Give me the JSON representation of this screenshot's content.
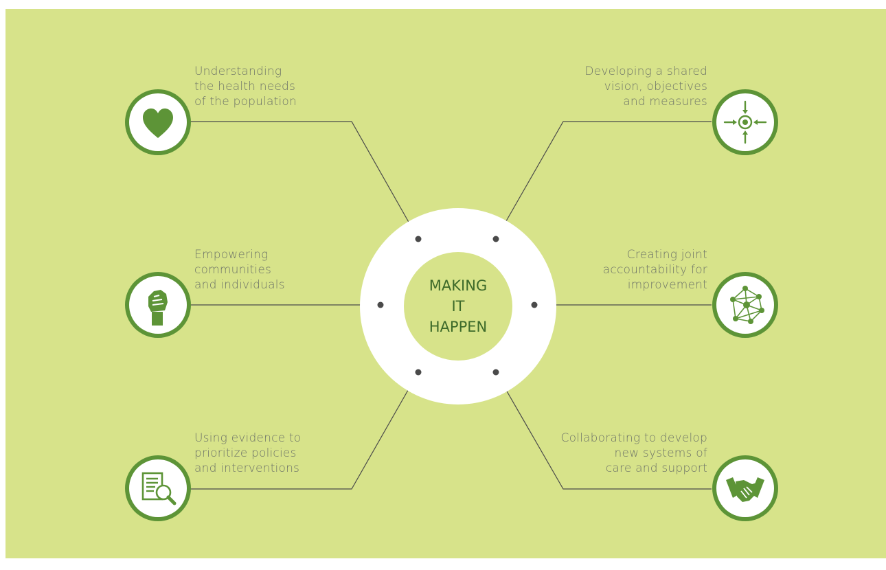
{
  "colors": {
    "panel": "#d7e38a",
    "accent": "#5d9437",
    "center_text": "#3d6a2a",
    "connector": "#4a4a4a",
    "label_text": "#6e7468"
  },
  "center": {
    "lines": [
      "MAKING",
      "IT",
      "HAPPEN"
    ]
  },
  "items": [
    {
      "id": "understanding",
      "icon": "heart-icon",
      "lines": [
        "Understanding",
        "the health needs",
        "of the population"
      ]
    },
    {
      "id": "developing",
      "icon": "target-arrows-icon",
      "lines": [
        "Developing a shared",
        "vision, objectives",
        "and measures"
      ]
    },
    {
      "id": "empowering",
      "icon": "raised-fist-icon",
      "lines": [
        "Empowering",
        "communities",
        "and individuals"
      ]
    },
    {
      "id": "creating",
      "icon": "network-icon",
      "lines": [
        "Creating joint",
        "accountability for",
        "improvement"
      ]
    },
    {
      "id": "using",
      "icon": "document-search-icon",
      "lines": [
        "Using evidence to",
        "prioritize policies",
        "and interventions"
      ]
    },
    {
      "id": "collaborating",
      "icon": "handshake-icon",
      "lines": [
        "Collaborating to develop",
        "new systems of",
        "care and support"
      ]
    }
  ]
}
